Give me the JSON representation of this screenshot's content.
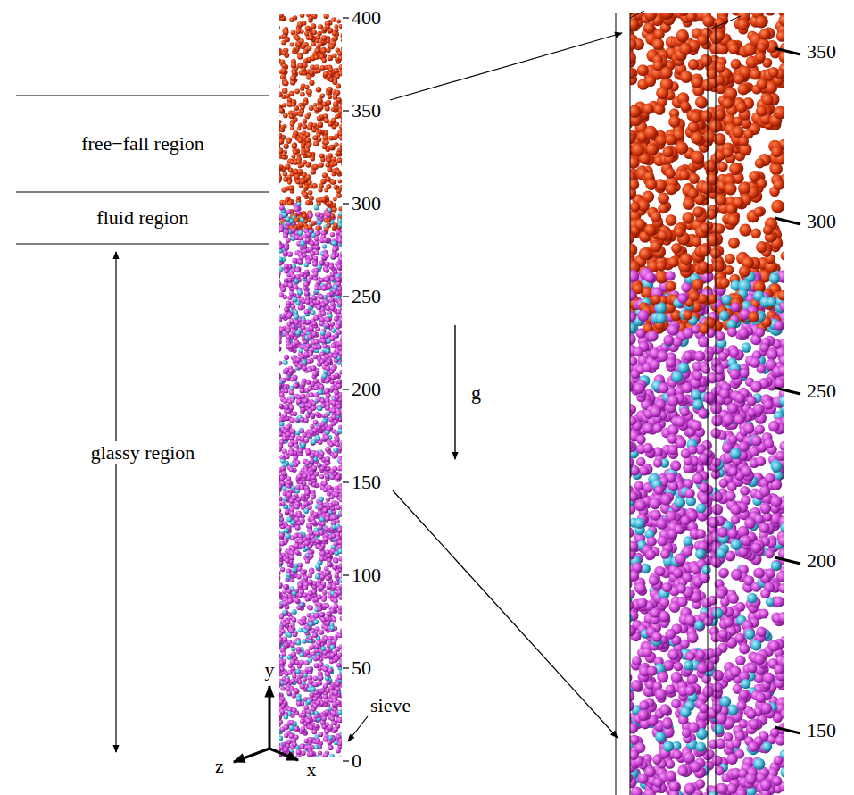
{
  "diagram": {
    "nodes": [
      {
        "text": [
          "free−fall region"
        ]
      },
      {
        "text": [
          "fluid region"
        ]
      },
      {
        "text": [
          "glassy region"
        ]
      }
    ],
    "labels": [
      "400",
      "350",
      "300",
      "250",
      "200",
      "150",
      "100",
      "50",
      "0",
      "g",
      "y",
      "z",
      "x",
      "sieve",
      "350",
      "300",
      "250",
      "200",
      "150"
    ]
  }
}
